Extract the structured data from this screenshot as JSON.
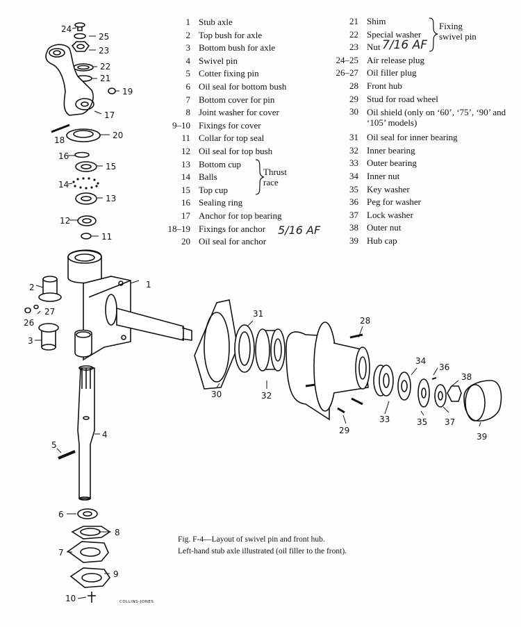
{
  "legend_left": [
    {
      "num": "1",
      "label": "Stub axle"
    },
    {
      "num": "2",
      "label": "Top bush for axle"
    },
    {
      "num": "3",
      "label": "Bottom bush for axle"
    },
    {
      "num": "4",
      "label": "Swivel pin"
    },
    {
      "num": "5",
      "label": "Cotter fixing pin"
    },
    {
      "num": "6",
      "label": "Oil seal for bottom bush"
    },
    {
      "num": "7",
      "label": "Bottom cover for pin"
    },
    {
      "num": "8",
      "label": "Joint washer for cover"
    },
    {
      "num": "9–10",
      "label": "Fixings for cover"
    },
    {
      "num": "11",
      "label": "Collar for top seal"
    },
    {
      "num": "12",
      "label": "Oil seal for top bush"
    },
    {
      "num": "13",
      "label": "Bottom cup"
    },
    {
      "num": "14",
      "label": "Balls"
    },
    {
      "num": "15",
      "label": "Top cup"
    },
    {
      "num": "16",
      "label": "Sealing ring"
    },
    {
      "num": "17",
      "label": "Anchor for top bearing"
    },
    {
      "num": "18–19",
      "label": "Fixings for anchor"
    },
    {
      "num": "20",
      "label": "Oil seal for anchor"
    }
  ],
  "legend_right": [
    {
      "num": "21",
      "label": "Shim"
    },
    {
      "num": "22",
      "label": "Special washer"
    },
    {
      "num": "23",
      "label": "Nut"
    },
    {
      "num": "24–25",
      "label": "Air release plug"
    },
    {
      "num": "26–27",
      "label": "Oil filler plug"
    },
    {
      "num": "28",
      "label": "Front hub"
    },
    {
      "num": "29",
      "label": "Stud for road wheel"
    },
    {
      "num": "30",
      "label": "Oil shield (only on ‘60’, ‘75’, ‘90’ and ‘105’ models)"
    },
    {
      "num": "31",
      "label": "Oil seal for inner bearing"
    },
    {
      "num": "32",
      "label": "Inner bearing"
    },
    {
      "num": "33",
      "label": "Outer bearing"
    },
    {
      "num": "34",
      "label": "Inner nut"
    },
    {
      "num": "35",
      "label": "Key washer"
    },
    {
      "num": "36",
      "label": "Peg for washer"
    },
    {
      "num": "37",
      "label": "Lock washer"
    },
    {
      "num": "38",
      "label": "Outer nut"
    },
    {
      "num": "39",
      "label": "Hub cap"
    }
  ],
  "groups": {
    "fixing_swivel_pin": "Fixing swivel pin",
    "thrust_race": "Thrust race"
  },
  "handwritten": {
    "nut_size": "7/16 AF",
    "anchor_fixing_size": "5/16 AF"
  },
  "callouts": [
    "1",
    "2",
    "3",
    "4",
    "5",
    "6",
    "7",
    "8",
    "9",
    "10",
    "11",
    "12",
    "13",
    "14",
    "15",
    "16",
    "17",
    "18",
    "19",
    "20",
    "21",
    "22",
    "23",
    "24",
    "25",
    "26",
    "27",
    "28",
    "29",
    "30",
    "31",
    "32",
    "33",
    "34",
    "35",
    "36",
    "37",
    "38",
    "39"
  ],
  "caption": {
    "line1": "Fig. F-4—Layout of swivel pin and front hub.",
    "line2": "Left-hand stub axle illustrated (oil filler to the front)."
  },
  "credit": "COLLINS-JONES"
}
